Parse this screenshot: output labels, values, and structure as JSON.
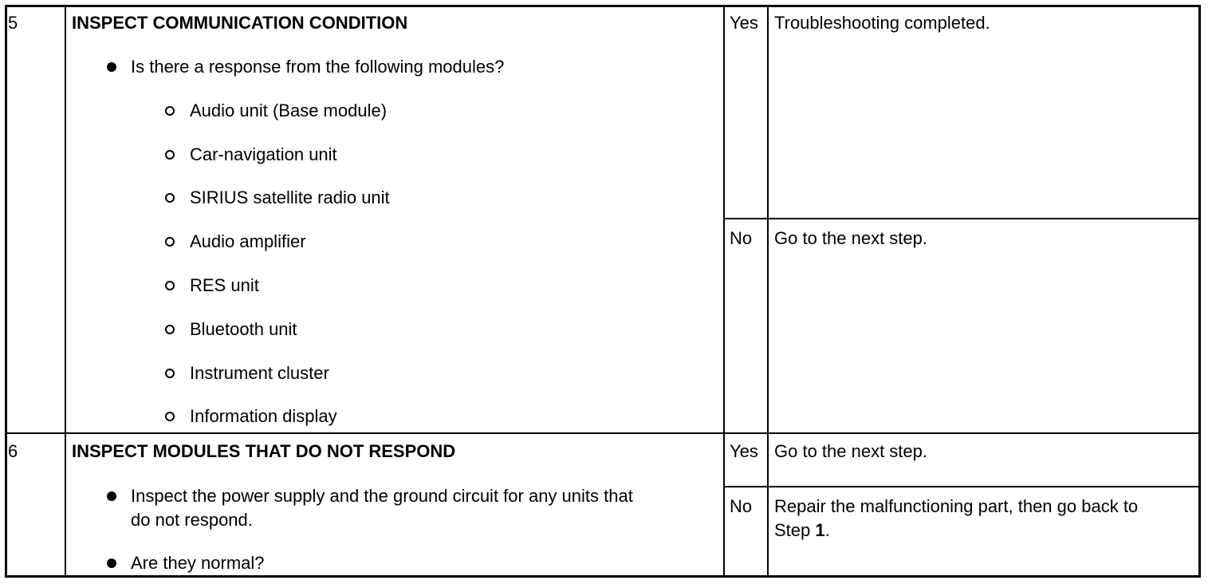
{
  "step5": {
    "number": "5",
    "title": "INSPECT COMMUNICATION CONDITION",
    "question": "Is there a response from the following modules?",
    "modules": [
      "Audio unit (Base module)",
      "Car-navigation unit",
      "SIRIUS satellite radio unit",
      "Audio amplifier",
      "RES unit",
      "Bluetooth unit",
      "Instrument cluster",
      "Information display"
    ],
    "yes_label": "Yes",
    "yes_action": "Troubleshooting completed.",
    "no_label": "No",
    "no_action": "Go to the next step."
  },
  "step6": {
    "number": "6",
    "title": "INSPECT MODULES THAT DO NOT RESPOND",
    "instruction_line1": "Inspect the power supply and the ground circuit for any units that",
    "instruction_line2": "do not respond.",
    "question": "Are they normal?",
    "yes_label": "Yes",
    "yes_action": "Go to the next step.",
    "no_label": "No",
    "no_action_line1": "Repair the malfunctioning part, then go back to",
    "no_action_line2_prefix": "Step ",
    "no_action_line2_step": "1",
    "no_action_line2_suffix": "."
  }
}
